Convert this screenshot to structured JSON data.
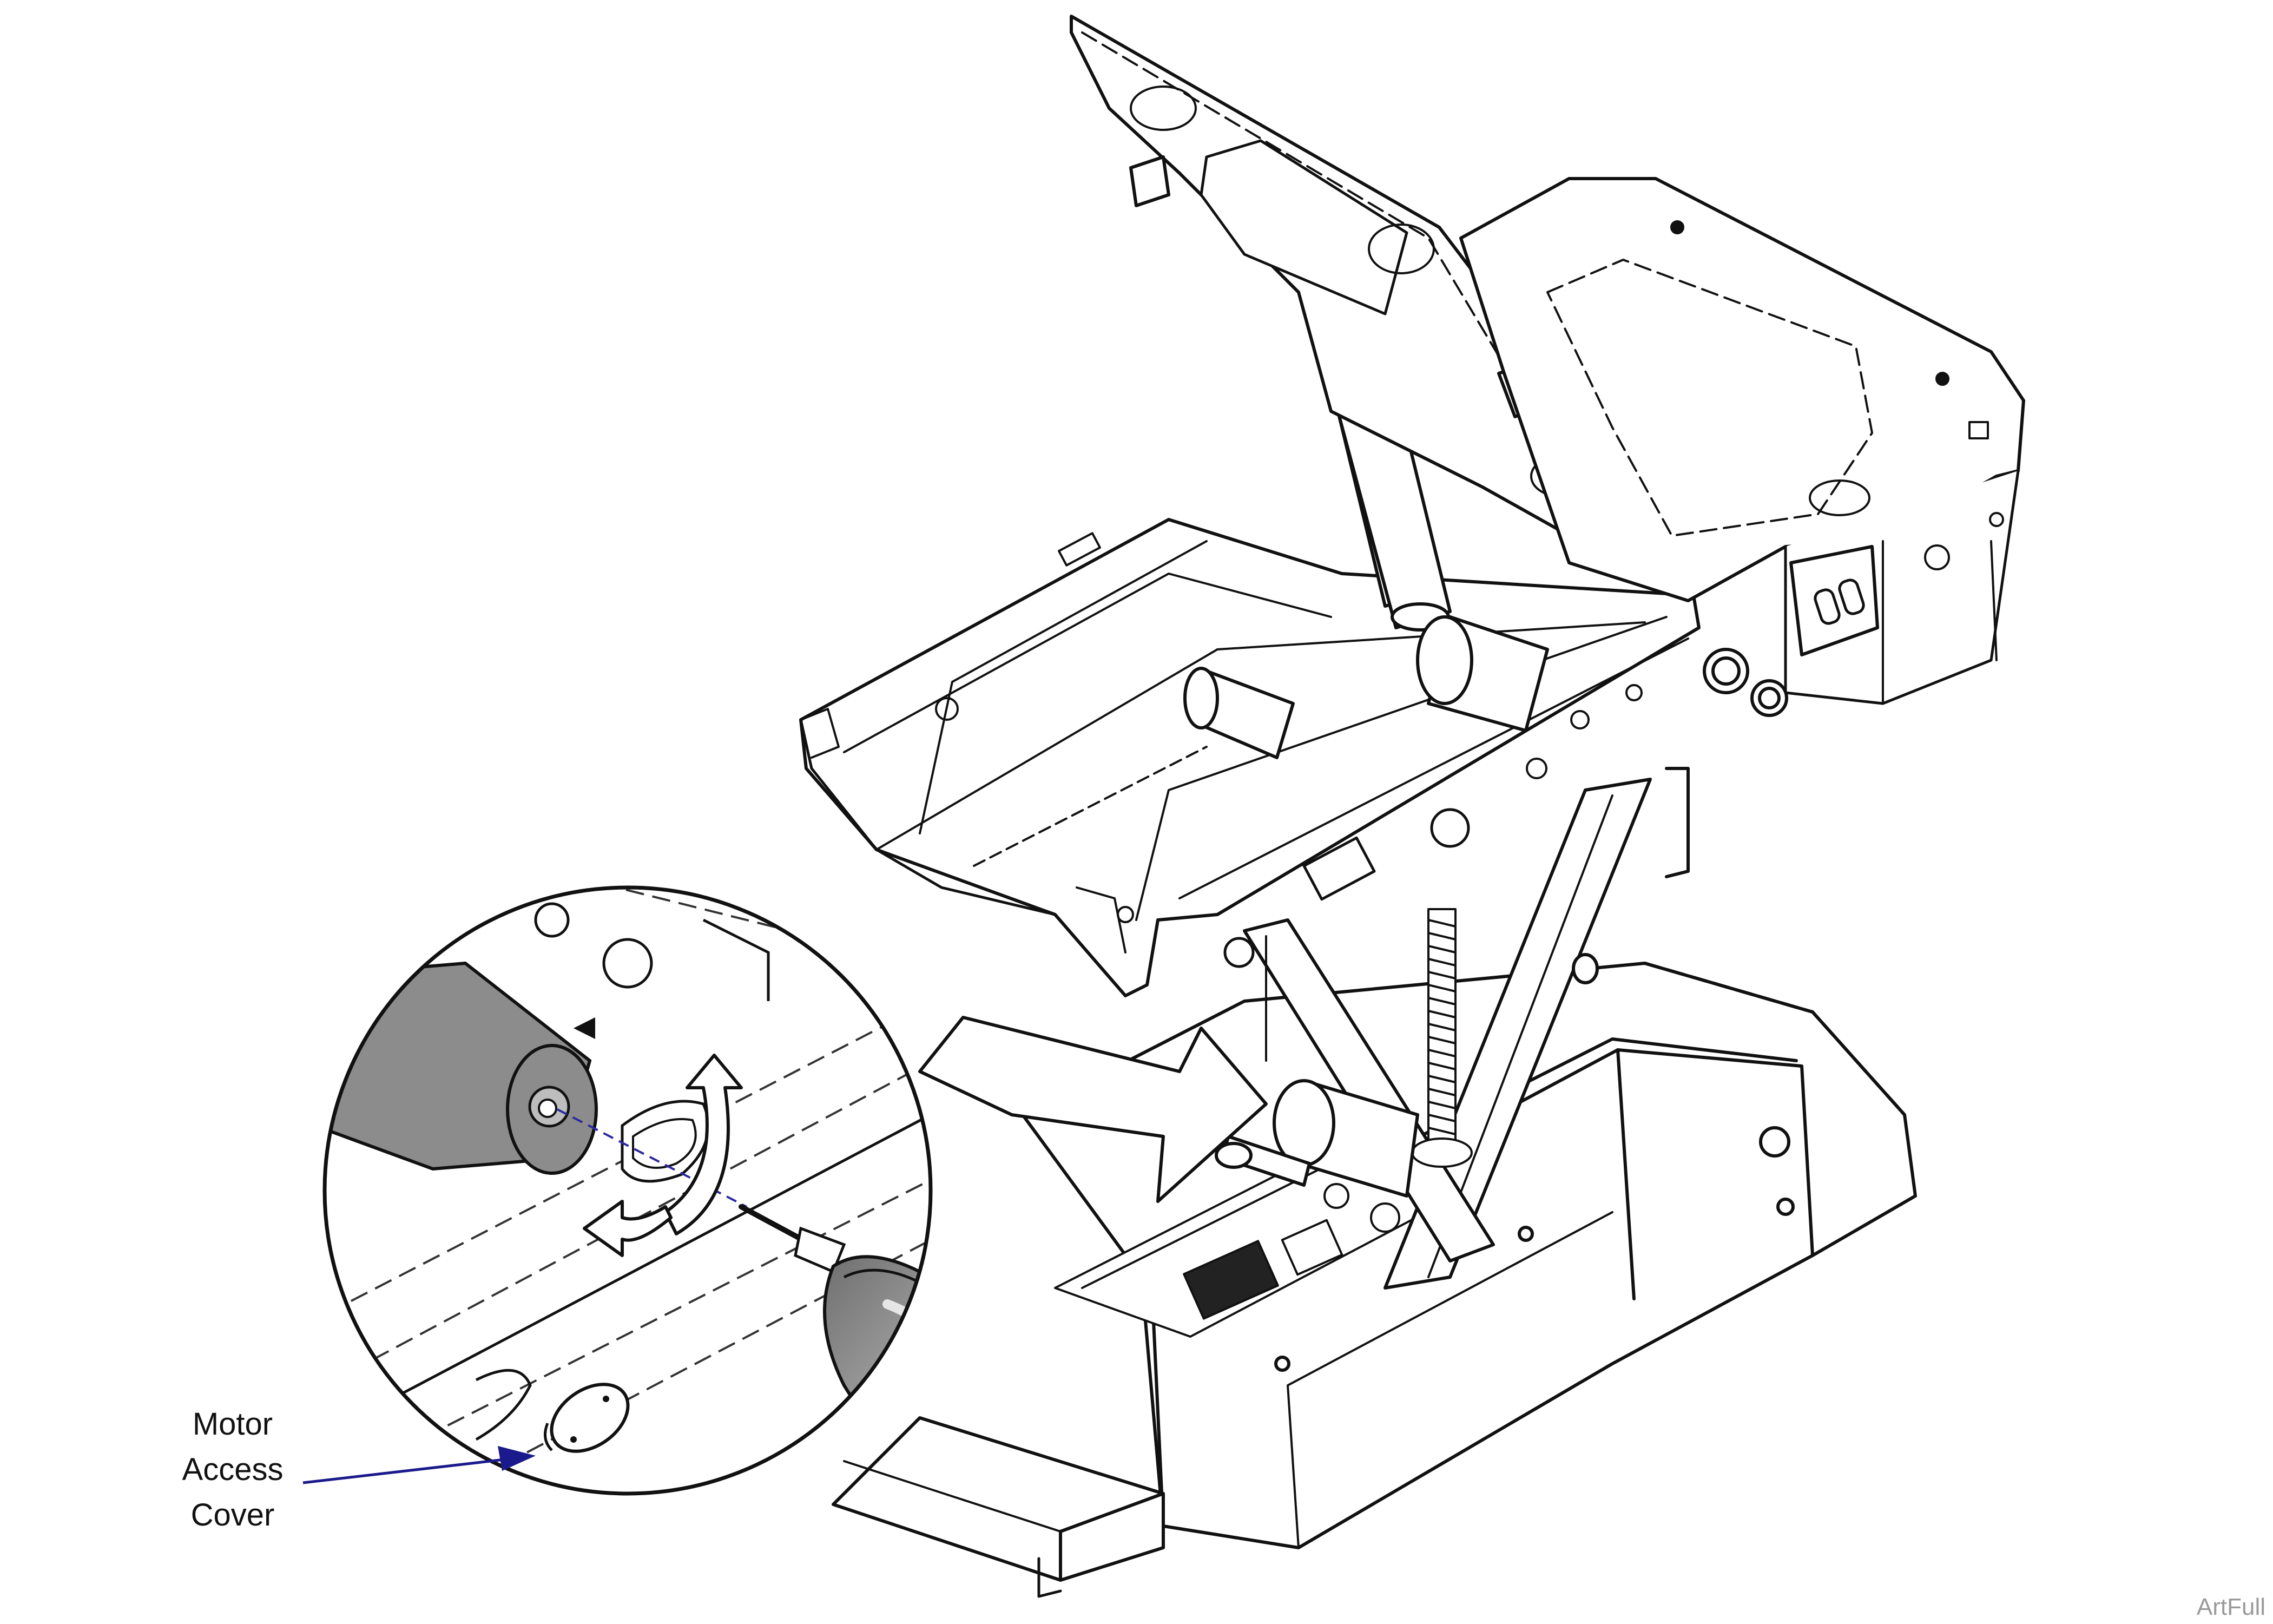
{
  "callout": {
    "lines": [
      "Motor",
      "Access",
      "Cover"
    ]
  },
  "watermark": "ArtFull",
  "colors": {
    "line": "#111111",
    "shade": "#8c8c8c",
    "leader": "#1a1a8c",
    "background": "#ffffff"
  },
  "icons": {
    "rotation-arrows": "curved-double-arrow-icon",
    "leader-arrow": "arrow-right-icon"
  }
}
